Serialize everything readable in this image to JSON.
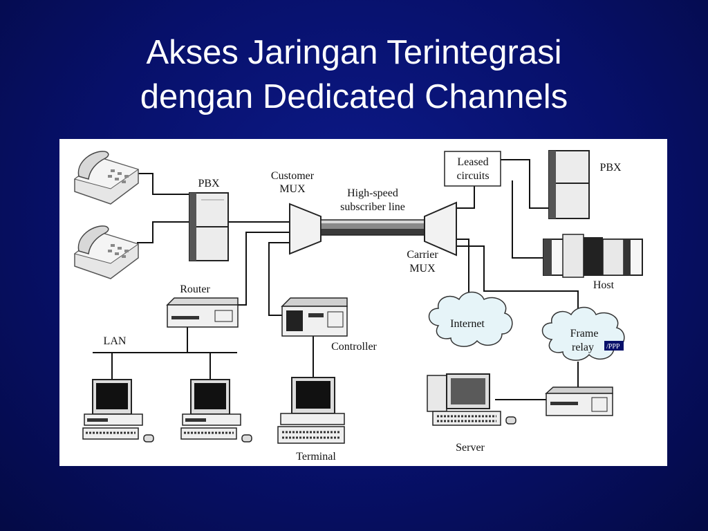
{
  "slide": {
    "title_line1": "Akses Jaringan Terintegrasi",
    "title_line2": "dengan Dedicated Channels",
    "background": "#07106a",
    "title_color": "#ffffff"
  },
  "diagram": {
    "labels": {
      "pbx_left": "PBX",
      "customer_mux_1": "Customer",
      "customer_mux_2": "MUX",
      "high_speed_1": "High-speed",
      "high_speed_2": "subscriber line",
      "leased_1": "Leased",
      "leased_2": "circuits",
      "pbx_right": "PBX",
      "carrier_mux_1": "Carrier",
      "carrier_mux_2": "MUX",
      "host": "Host",
      "router": "Router",
      "lan": "LAN",
      "controller": "Controller",
      "internet": "Internet",
      "frame_relay_1": "Frame",
      "frame_relay_2": "relay",
      "ppp": "/PPP",
      "terminal": "Terminal",
      "server": "Server"
    }
  }
}
